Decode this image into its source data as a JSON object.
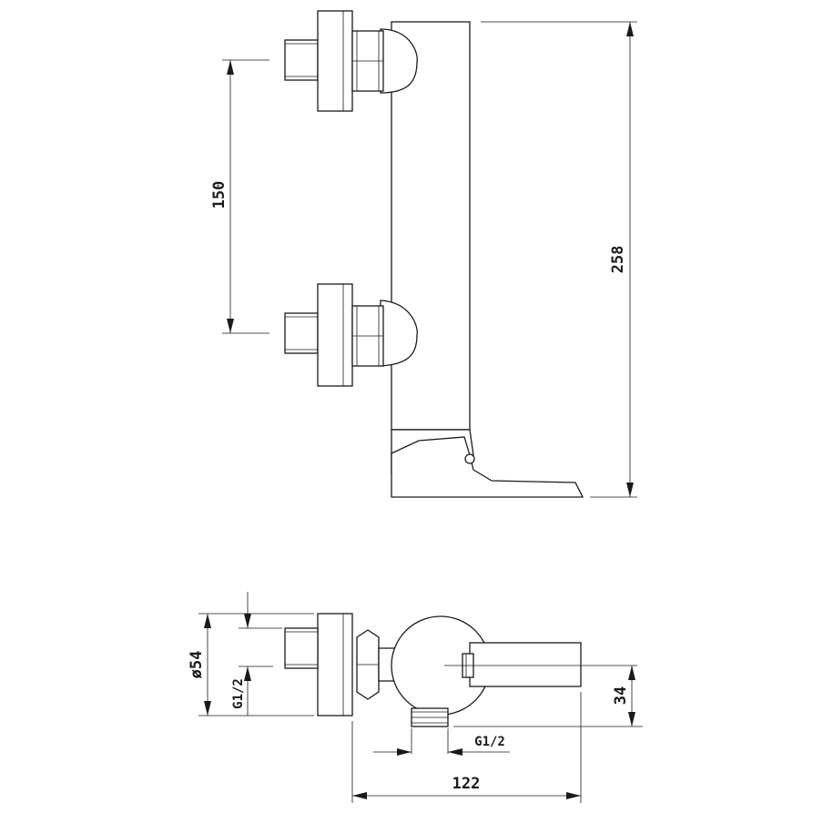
{
  "dimensions": {
    "pipe_spacing": "150",
    "total_height": "258",
    "flange_diameter": "ø54",
    "inlet_thread": "G1/2",
    "outlet_thread": "G1/2",
    "outlet_offset": "34",
    "total_depth": "122"
  },
  "icons": {
    "front_view": "mixer-front-elevation",
    "bottom_view": "mixer-plan-view"
  }
}
